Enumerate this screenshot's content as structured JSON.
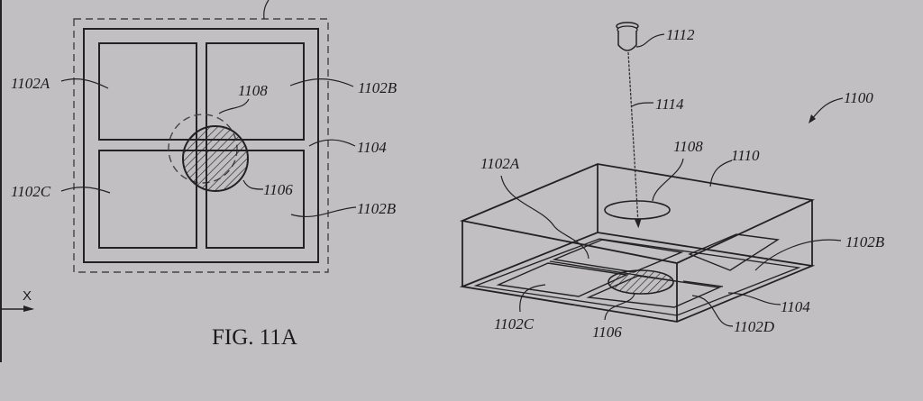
{
  "figure": {
    "title": "FIG. 11A",
    "background": "#c1bfc2",
    "line_color": "#222222"
  },
  "top_view": {
    "labels": {
      "pixel_a": "1102A",
      "pixel_b_top": "1102B",
      "pixel_c": "1102C",
      "pixel_b_bottom": "1102B",
      "region_dashed": "1108",
      "grid": "1104",
      "hatched_region": "1106"
    },
    "axis": {
      "x_label": "X"
    }
  },
  "perspective_view": {
    "labels": {
      "assembly": "1100",
      "light_source": "1112",
      "beam": "1114",
      "spot": "1108",
      "block": "1110",
      "pixel_a": "1102A",
      "pixel_b": "1102B",
      "pixel_c": "1102C",
      "pixel_d": "1102D",
      "grid": "1104",
      "hatched_region": "1106"
    }
  }
}
